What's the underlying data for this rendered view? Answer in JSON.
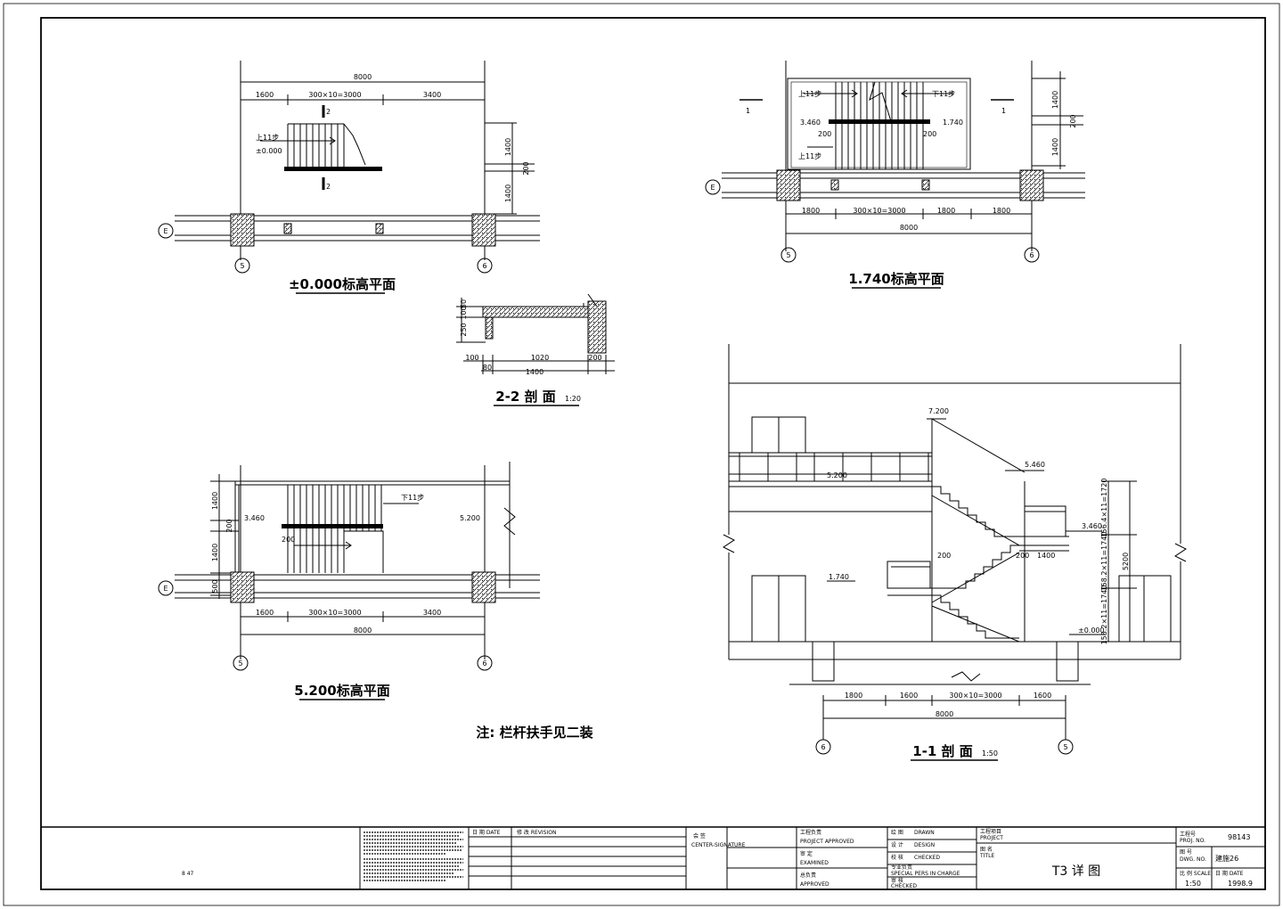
{
  "plans": {
    "p0": {
      "title": "±0.000标高平面",
      "overall": "8000",
      "seg1": "1600",
      "seg2": "300×10=3000",
      "seg3": "3400",
      "up": "上11步",
      "lvl": "±0.000",
      "sec": "2",
      "v1": "1400",
      "v2": "200",
      "v3": "1400",
      "axisE": "E",
      "axis5": "5",
      "axis6": "6"
    },
    "p1": {
      "title": "1.740标高平面",
      "overall": "8000",
      "seg1": "1800",
      "seg2": "300×10=3000",
      "seg3": "1800",
      "seg4": "1800",
      "up": "上11步",
      "down": "下11步",
      "lvlA": "3.460",
      "lvlB": "1.740",
      "w1": "200",
      "w2": "200",
      "sec": "1",
      "v1": "1400",
      "v2": "200",
      "v3": "1400",
      "axisE": "E",
      "axis5": "5",
      "axis6": "6"
    },
    "p5": {
      "title": "5.200标高平面",
      "overall": "8000",
      "seg1": "1600",
      "seg2": "300×10=3000",
      "seg3": "3400",
      "down": "下11步",
      "lvlA": "3.460",
      "lvlB": "5.200",
      "w1": "200",
      "v1": "1400",
      "v2": "200",
      "v3": "1400",
      "v4": "500",
      "axisE": "E",
      "axis5": "5",
      "axis6": "6"
    }
  },
  "sec22": {
    "title": "2-2 剖 面",
    "scale": "1:20",
    "h1": "50",
    "h2": "100",
    "h3": "250",
    "d1": "100",
    "d2": "1020",
    "d3": "200",
    "d4": "80",
    "d5": "1400"
  },
  "sec11": {
    "title": "1-1 剖 面",
    "scale": "1:50",
    "lvl1": "7.200",
    "lvl2": "5.460",
    "lvl3": "3.460",
    "lvl4": "1.740",
    "lvl5": "±0.000",
    "lvl6": "5.200",
    "w1": "200",
    "w2": "200",
    "w3": "1400",
    "r1": "156.4×11=1720",
    "r2": "158.2×11=1740",
    "r3": "158.2×11=1740",
    "r4": "5200",
    "seg1": "1800",
    "seg2": "1600",
    "seg3": "300×10=3000",
    "seg4": "1600",
    "overall": "8000",
    "axis6": "6",
    "axis5": "5"
  },
  "note": "注: 栏杆扶手见二装",
  "titleblock": {
    "left_mark": "8    47",
    "date_label": "日 期 DATE",
    "rev_label": "修 改 REVISION",
    "sign_label": "会 签",
    "sign_label_en": "CENTER-SIGNATURE",
    "pm": "工程负责",
    "pm_en": "PROJECT APPROVED",
    "exam": "审 定",
    "exam_en": "EXAMINED",
    "chief": "总负责",
    "chief_en": "APPROVED",
    "drawn": "绘 图",
    "drawn_en": "DRAWN",
    "design": "设 计",
    "design_en": "DESIGN",
    "check": "校 核",
    "check_en": "CHECKED",
    "spec": "专业负责",
    "spec_en": "SPECIAL PERS IN CHARGE",
    "review": "审 核",
    "review_en": "CHECKED",
    "project": "工程项目",
    "project_en": "PROJECT",
    "drawing_name": "图 名",
    "drawing_name_en": "TITLE",
    "title": "T3 详 图",
    "job_label": "工程号",
    "job_label_en": "PROJ. NO.",
    "job_no": "98143",
    "dwg_label": "图 号",
    "dwg_label_en": "DWG. NO.",
    "dwg_no": "建施26",
    "scale_label": "比 例 SCALE",
    "scale": "1:50",
    "date_label2": "日 期 DATE",
    "date": "1998.9"
  }
}
